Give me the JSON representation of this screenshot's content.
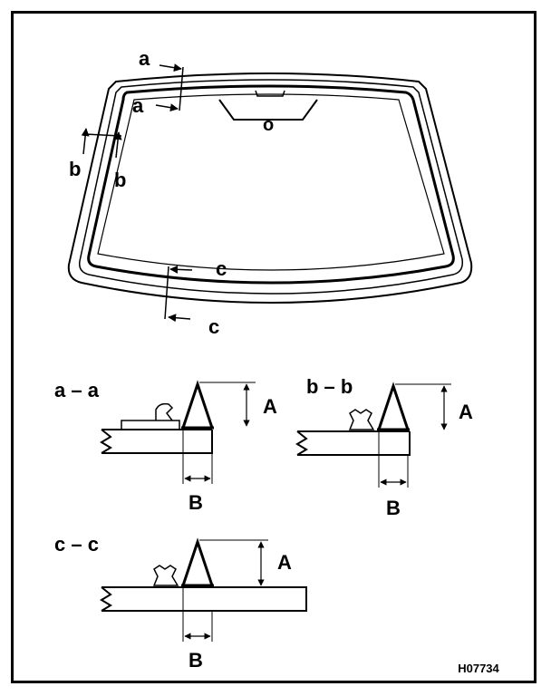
{
  "windshield": {
    "section_labels": {
      "a_top": "a",
      "a_bottom": "a",
      "b_left": "b",
      "b_right": "b",
      "c_top": "c",
      "c_bottom": "c",
      "mirror_mark": "o"
    }
  },
  "sections": [
    {
      "id": "a",
      "title": "a – a",
      "height_label": "A",
      "width_label": "B"
    },
    {
      "id": "b",
      "title": "b – b",
      "height_label": "A",
      "width_label": "B"
    },
    {
      "id": "c",
      "title": "c – c",
      "height_label": "A",
      "width_label": "B"
    }
  ],
  "figure_code": "H07734"
}
